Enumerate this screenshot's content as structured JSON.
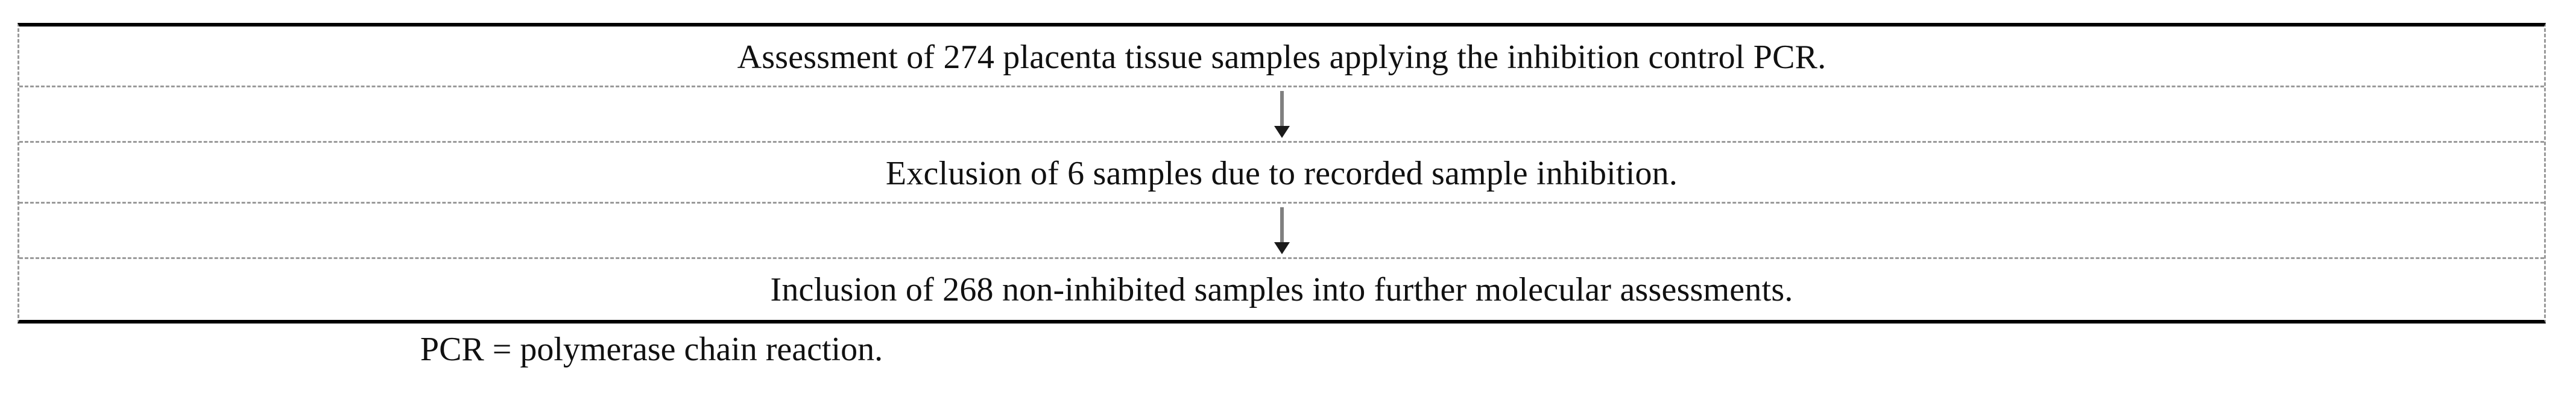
{
  "figure": {
    "type": "flowchart",
    "orientation": "vertical",
    "arrow_icon": "down-arrow-icon",
    "colors": {
      "outer_border": "#000000",
      "inner_border": "#9a9a9a",
      "text": "#111111",
      "arrow": "#808080",
      "background": "#ffffff"
    },
    "steps": [
      {
        "id": "step-assessment",
        "text": "Assessment of 274 placenta tissue samples applying the inhibition control PCR.",
        "count": 274
      },
      {
        "id": "step-exclusion",
        "text": "Exclusion of 6 samples due to recorded sample inhibition.",
        "count": 6
      },
      {
        "id": "step-inclusion",
        "text": "Inclusion of 268 non-inhibited samples into further molecular assessments.",
        "count": 268
      }
    ],
    "connectors": [
      {
        "id": "connector-1",
        "icon": "down-arrow-icon"
      },
      {
        "id": "connector-2",
        "icon": "down-arrow-icon"
      }
    ],
    "caption": "PCR = polymerase chain reaction."
  }
}
